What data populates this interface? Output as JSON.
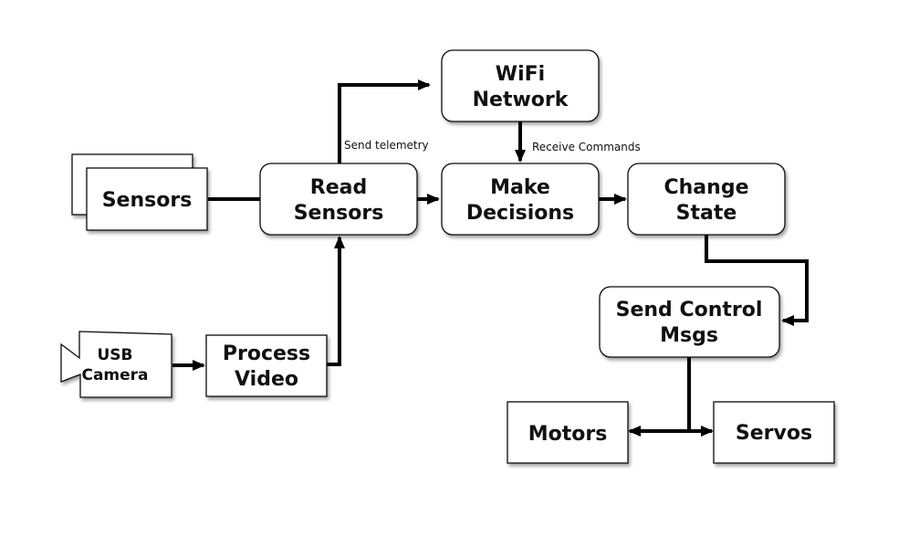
{
  "diagram": {
    "type": "flowchart",
    "nodes": {
      "sensors": {
        "label": "Sensors",
        "shape": "multi-document"
      },
      "read_sensors": {
        "line1": "Read",
        "line2": "Sensors",
        "shape": "rounded-rect"
      },
      "wifi_network": {
        "line1": "WiFi",
        "line2": "Network",
        "shape": "rounded-rect"
      },
      "make_decisions": {
        "line1": "Make",
        "line2": "Decisions",
        "shape": "rounded-rect"
      },
      "change_state": {
        "line1": "Change",
        "line2": "State",
        "shape": "rounded-rect"
      },
      "send_control_msgs": {
        "line1": "Send Control",
        "line2": "Msgs",
        "shape": "rounded-rect"
      },
      "usb_camera": {
        "line1": "USB",
        "line2": "Camera",
        "shape": "camera"
      },
      "process_video": {
        "line1": "Process",
        "line2": "Video",
        "shape": "rect"
      },
      "motors": {
        "label": "Motors",
        "shape": "rect"
      },
      "servos": {
        "label": "Servos",
        "shape": "rect"
      }
    },
    "edges": [
      {
        "from": "Sensors",
        "to": "Read Sensors",
        "label": ""
      },
      {
        "from": "Read Sensors",
        "to": "WiFi Network",
        "label": "Send telemetry"
      },
      {
        "from": "WiFi Network",
        "to": "Make Decisions",
        "label": "Receive Commands"
      },
      {
        "from": "Read Sensors",
        "to": "Make Decisions",
        "label": ""
      },
      {
        "from": "Make Decisions",
        "to": "Change State",
        "label": ""
      },
      {
        "from": "Change State",
        "to": "Send Control Msgs",
        "label": ""
      },
      {
        "from": "USB Camera",
        "to": "Process Video",
        "label": ""
      },
      {
        "from": "Process Video",
        "to": "Read Sensors",
        "label": ""
      },
      {
        "from": "Send Control Msgs",
        "to": "Motors",
        "label": ""
      },
      {
        "from": "Send Control Msgs",
        "to": "Servos",
        "label": ""
      }
    ],
    "edge_labels": {
      "send_telemetry": "Send telemetry",
      "receive_commands": "Receive Commands"
    },
    "colors": {
      "stroke": "#000000",
      "fill": "#ffffff",
      "text": "#111111",
      "shadow": "#999999"
    }
  }
}
